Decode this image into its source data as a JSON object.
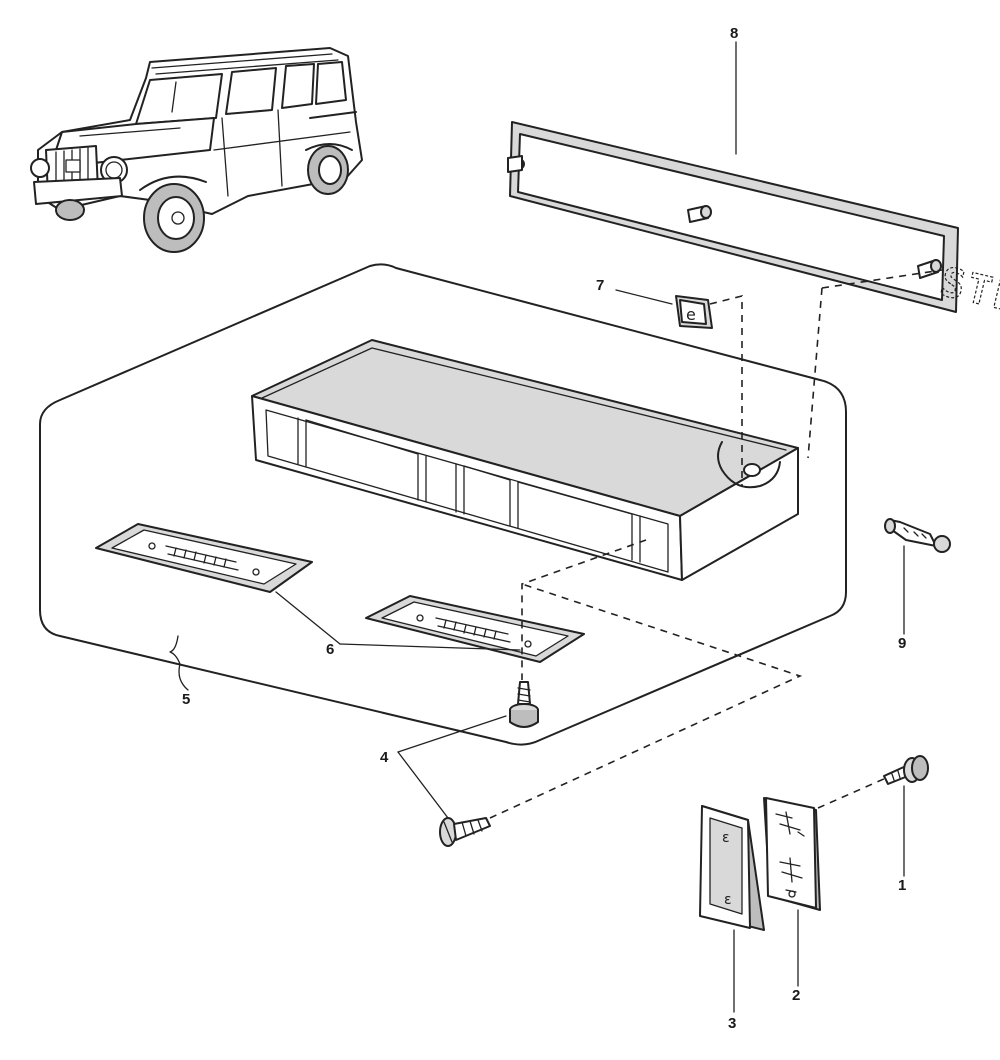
{
  "diagram": {
    "title": "License plate lamp assembly — exploded parts view",
    "plate_text": "STEYR-DAIMLER PUCH",
    "callouts": [
      {
        "id": "c1",
        "label": "1",
        "part": "screw-with-washer"
      },
      {
        "id": "c2",
        "label": "2",
        "part": "gasket"
      },
      {
        "id": "c3",
        "label": "3",
        "part": "lamp-lens"
      },
      {
        "id": "c4",
        "label": "4",
        "part": "screws"
      },
      {
        "id": "c5",
        "label": "5",
        "part": "lamp-housing-assembly"
      },
      {
        "id": "c6",
        "label": "6",
        "part": "lens-covers"
      },
      {
        "id": "c7",
        "label": "7",
        "part": "speed-nut-clip"
      },
      {
        "id": "c8",
        "label": "8",
        "part": "name-plate"
      },
      {
        "id": "c9",
        "label": "9",
        "part": "festoon-bulb"
      }
    ]
  }
}
